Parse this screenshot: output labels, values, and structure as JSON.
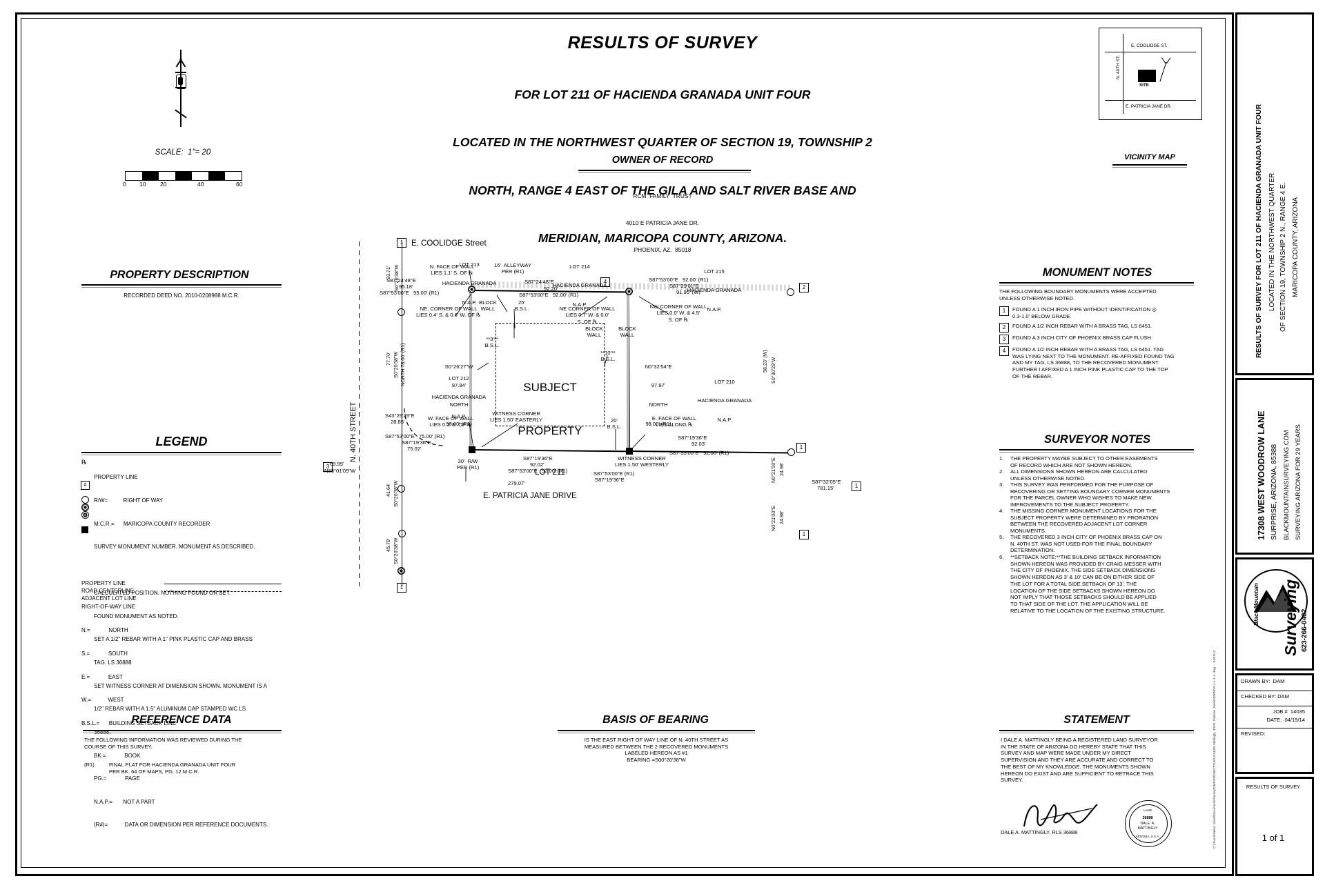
{
  "title": {
    "line1": "RESULTS OF SURVEY",
    "line2": "FOR LOT 211 OF HACIENDA GRANADA UNIT FOUR",
    "line3": "LOCATED IN THE NORTHWEST QUARTER OF SECTION 19, TOWNSHIP 2",
    "line4": "NORTH, RANGE 4 EAST OF THE GILA AND SALT RIVER BASE AND",
    "line5": "MERIDIAN, MARICOPA COUNTY, ARIZONA."
  },
  "owner": {
    "heading": "OWNER OF RECORD",
    "name": "RCM  FAMILY  TRUST",
    "address": "4010 E PATRICIA JANE DR.",
    "city": "PHOENIX, AZ.  85018"
  },
  "scale": {
    "label": "SCALE:  1\"= 20",
    "ticks": [
      "0",
      "10",
      "20",
      "40",
      "60"
    ]
  },
  "vicinity": {
    "heading": "VICINITY MAP",
    "street_top": "E. COOLIDGE ST.",
    "street_left": "N. 40TH ST.",
    "site": "SITE",
    "street_bottom": "E. PATRICIA JANE DR."
  },
  "property_description": {
    "heading": "PROPERTY DESCRIPTION",
    "body": "RECORDED DEED NO. 2010-0208988 M.C.R."
  },
  "legend": {
    "heading": "LEGEND",
    "rows": [
      {
        "sym": "cl-glyph",
        "text": "PROPERTY LINE"
      },
      {
        "sym": "none",
        "text": "R/W=          RIGHT OF WAY"
      },
      {
        "sym": "none",
        "text": "M.C.R.=      MARICOPA COUNTY RECORDER"
      },
      {
        "sym": "box-hash",
        "text": "SURVEY MONUMENT NUMBER. MONUMENT AS DESCRIBED."
      },
      {
        "sym": "open-circle",
        "text": "CALCULATED POSITION. NOTHING FOUND OR SET."
      },
      {
        "sym": "found-circle",
        "text": "FOUND MONUMENT AS NOTED."
      },
      {
        "sym": "set-circle",
        "text": "SET A 1/2\" REBAR WITH A 1\" PINK PLASTIC CAP AND BRASS"
      },
      {
        "sym": "none",
        "text": "TAG. LS 36888"
      },
      {
        "sym": "wc-square",
        "text": "SET WITNESS CORNER AT DIMENSION SHOWN. MONUMENT IS A"
      },
      {
        "sym": "none",
        "text": "1/2\" REBAR WITH A 1.5\" ALUMINUM CAP STAMPED WC LS"
      },
      {
        "sym": "none",
        "text": "36888."
      },
      {
        "sym": "none",
        "text": "BK.=            BOOK"
      },
      {
        "sym": "none",
        "text": "PG.=            PAGE"
      },
      {
        "sym": "none",
        "text": "N.A.P.=       NOT A PART"
      },
      {
        "sym": "none",
        "text": "(R#)=           DATA OR DIMENSION PER REFERENCE DOCUMENTS."
      }
    ],
    "line_rows": [
      {
        "label": "PROPERTY LINE",
        "style": "solid"
      },
      {
        "label": "ROAD CENTERLINE",
        "style": "centerline"
      },
      {
        "label": "ADJACENT LOT LINE",
        "style": "dashed"
      },
      {
        "label": "RIGHT-OF-WAY LINE",
        "style": "rw"
      }
    ],
    "abbrev_rows": [
      "N.=            NORTH",
      "S.=            SOUTH",
      "E.=            EAST",
      "W.=           WEST",
      "B.S.L.=      BUILDING SETBACK LINE"
    ]
  },
  "monument_notes": {
    "heading": "MONUMENT NOTES",
    "intro": "THE FOLLOWING BOUNDARY MONUMENTS WERE ACCEPTED\nUNLESS OTHERWISE NOTED.",
    "items": [
      {
        "n": "1",
        "text": "FOUND A 1 INCH IRON PIPE WITHOUT IDENTIFICATION ◎\n0.3-1.0' BELOW GRADE."
      },
      {
        "n": "2",
        "text": "FOUND A 1/2 INCH REBAR WITH A BRASS TAG, LS 6451."
      },
      {
        "n": "3",
        "text": "FOUND A 3 INCH CITY OF PHOENIX BRASS CAP FLUSH."
      },
      {
        "n": "4",
        "text": "FOUND A 1/2 INCH REBAR WITH A BRASS TAG, LS 6451. TAG\nWAS LYING NEXT TO THE MONUMENT. RE-AFFIXED FOUND TAG\nAND MY TAG, LS 36888, TO THE RECOVERED MONUMENT.\nFURTHER I AFFIXED A 1 INCH PINK PLASTIC CAP TO THE TOP\nOF THE REBAR."
      }
    ]
  },
  "surveyor_notes": {
    "heading": "SURVEYOR NOTES",
    "items": [
      {
        "n": "1.",
        "text": "THE PROPERTY MAYBE SUBJECT TO OTHER EASEMENTS\nOF RECORD WHICH ARE NOT SHOWN HEREON."
      },
      {
        "n": "2.",
        "text": "ALL DIMENSIONS SHOWN HEREON ARE CALCULATED\nUNLESS OTHERWISE NOTED."
      },
      {
        "n": "3.",
        "text": "THIS SURVEY WAS PERFORMED FOR THE PURPOSE OF\nRECOVERING OR SETTING BOUNDARY CORNER MONUMENTS\nFOR THE PARCEL OWNER WHO WISHES TO MAKE NEW\nIMPROVEMENTS TO THE SUBJECT PROPERTY."
      },
      {
        "n": "4.",
        "text": "THE MISSING CORNER MONUMENT LOCATIONS FOR THE\nSUBJECT PROPERTY WERE DETERMINED BY PRORATION\nBETWEEN THE RECOVERED ADJACENT LOT CORNER\nMONUMENTS."
      },
      {
        "n": "5.",
        "text": "THE RECOVERED 3 INCH CITY OF PHOENIX BRASS CAP ON\nN. 40TH ST. WAS NOT USED FOR THE FINAL BOUNDARY\nDETERMINATION."
      },
      {
        "n": "6.",
        "text": "**SETBACK NOTE:**THE BUILDING SETBACK INFORMATION\nSHOWN HEREON WAS PROVIDED BY CRAIG MESSER WITH\nTHE CITY OF PHOENIX. THE SIDE SETBACK DIMENSIONS\nSHOWN HEREON AS 3' & 10' CAN BE ON EITHER SIDE OF\nTHE LOT FOR A TOTAL SIDE SETBACK OF 13'. THE\nLOCATION OF THE SIDE SETBACKS SHOWN HEREON DO\nNOT IMPLY THAT THOSE SETBACKS SHOULD BE APPLIED\nTO THAT SIDE OF THE LOT. THE APPLICATION WILL BE\nRELATIVE TO THE LOCATION OF THE EXISTING STRUCTURE."
      }
    ]
  },
  "reference_data": {
    "heading": "REFERENCE DATA",
    "intro": "THE FOLLOWING INFORMATION WAS REVIEWED DURING THE\nCOURSE OF THIS SURVEY.",
    "item_num": "(R1)",
    "item_text": "FINAL PLAT FOR HACIENDA GRANADA UNIT FOUR\nPER BK. 64 OF MAPS, PG. 12 M.C.R."
  },
  "basis_of_bearing": {
    "heading": "BASIS OF BEARING",
    "body": "IS THE EAST RIGHT OF WAY LINE OF N. 40TH STREET AS\nMEASURED BETWEEN THE 2 RECOVERED MONUMENTS\nLABELED HEREON AS #1\nBEARING =S00°20'38\"W"
  },
  "statement": {
    "heading": "STATEMENT",
    "body": "I DALE A. MATTINGLY BEING A REGISTERED LAND SURVEYOR\nIN THE STATE OF ARIZONA DO HEREBY STATE THAT THIS\nSURVEY AND MAP WERE MADE UNDER MY DIRECT\nSUPERVISION AND THEY ARE ACCURATE AND CORRECT TO\nTHE BEST OF MY KNOWLEDGE. THE MONUMENTS SHOWN\nHEREON DO EXIST AND ARE SUFFICIENT TO RETRACE THIS\nSURVEY.",
    "signature_name": "DALE A. MATTINGLY, RLS 36888",
    "seal_lines": [
      "36888",
      "DALE  A.",
      "MATTINGLY"
    ],
    "seal_top": "LAND",
    "seal_bottom": "ARIZONA, U.S.A."
  },
  "titleblock": {
    "vertical_title": "RESULTS OF SURVEY FOR LOT 211 OF HACIENDA GRANADA UNIT FOUR",
    "vertical_sub1": "LOCATED IN THE NORTHWEST QUARTER",
    "vertical_sub2": "OF SECTION 19, TOWNSHIP 2 N., RANGE 4 E.",
    "vertical_sub3": "MARICOPA COUNTY, ARIZONA",
    "address": "17308 WEST WOODROW LANE",
    "city": "SURPRISE, ARIZONA, 85388",
    "web": "BLACKMOUNTAINSURVEYING.COM",
    "tag": "SURVEYING ARIZONA FOR 29 YEARS",
    "logo_top": "Black Mountain",
    "logo_main": "Surveying",
    "phone": "623-266-0402",
    "drawn_by": "DRAWN BY:  DAM",
    "checked_by": "CHECKED BY: DAM",
    "job": "JOB #  14035",
    "date": "DATE:  04/19/14",
    "revised": "REVISED:",
    "sheet_title": "RESULTS OF SURVEY",
    "sheet_num": "1 of 1"
  },
  "filepath": "C:\\Users\\Dale\\A  tiosel\\Documents\\Survey\\DMS\\PROJECTS\\2014\\14035 Mattingly  40/02  Patricia  Jane\\DGN\\RDS-1-1-1-1-.dwg  -  04/22/14",
  "drawing": {
    "streets": {
      "coolidge": "E. COOLIDGE Street",
      "fortieth": "N. 40TH STREET",
      "patricia": "E. PATRICIA JANE DRIVE"
    },
    "lots": [
      {
        "name": "LOT 213",
        "sub": "HACIENDA GRANADA",
        "nap": "N.A.P."
      },
      {
        "name": "LOT 214",
        "sub": "HACIENDA GRANADA",
        "nap": "N.A.P."
      },
      {
        "name": "LOT 215",
        "sub": "HACIENDA GRANADA",
        "nap": "N.A.P."
      },
      {
        "name": "LOT 212",
        "sub": "HACIENDA GRANADA",
        "nap": "N.A.P."
      },
      {
        "name": "LOT 210",
        "sub": "HACIENDA GRANADA",
        "nap": "N.A.P."
      }
    ],
    "subject": {
      "l1": "SUBJECT",
      "l2": "PROPERTY",
      "l3": "LOT 211"
    },
    "dimensions": {
      "north_west_bearing": "S87°24'48\"E",
      "north_west_dist": "95.18'",
      "north_west_ref": "S87°53'00\"E   95.00' (R1)",
      "north_east_bearing": "S87°24'48\"E",
      "north_east_dist": "92.20'",
      "north_east_ref": "S87°53'00\"E   92.00' (R1)",
      "far_ne_bearing": "S87°53'00\"E   92.00' (R1)",
      "far_ne_bearing2": "S87°29'01\"E",
      "far_ne_dist": "91.95' (W)",
      "west_bearing": "S0°26'27\"W",
      "west_dist": "97.84'",
      "west_ref_label": "NORTH",
      "west_ref": "98.00' (R1)",
      "east_bearing": "N0°32'54\"E",
      "east_dist": "97.97'",
      "east_ref_label": "NORTH",
      "east_ref": "98.00' (R1)",
      "south_west_ref": "S87°53'00\"E   75.00' (R1)",
      "south_west_bearing": "S87°19'36\"E",
      "south_west_dist": "75.02'",
      "south_mid_bearing": "S87°19'36\"E",
      "south_mid_dist": "92.02'",
      "south_mid_ref": "S87°53'00\"E   92.00' (R1)",
      "south_east_bearing": "S87°19'36\"E",
      "south_east_dist": "92.03'",
      "south_east_ref": "S87°53'00\"E   92.00' (R1)",
      "patricia_ref": "S87°53'00\"E (R1)",
      "patricia_bearing": "S87°19'36\"E",
      "patricia_dist": "279.07'",
      "w_left_1": "93.71'",
      "w_left_1b": "S0°20'38\"W",
      "w_left_2": "77.70'",
      "w_left_2b": "S0°20'38\"W",
      "w_left_2c": "NORTH 78.00' (R1)",
      "w_left_3": "41.64'",
      "w_left_3b": "S0°20'38\"W",
      "w_left_4": "45.79'",
      "w_left_4b": "S0°20'38\"W",
      "curve_bearing": "S43°29'29\"E",
      "curve_dist": "28.85'",
      "bottom_left_dist": "69.95'",
      "bottom_left_bearing": "N88°01'09\"W",
      "east_col_1": "98.23' (W)",
      "east_col_1b": "S0°30'29\"W",
      "east_col_2": "N0°21'00\"E",
      "east_col_2b": "24.98'",
      "east_col_3": "N0°21'00\"E",
      "east_col_3b": "24.98'",
      "east_col_4": "S87°32'05\"E",
      "east_col_4b": "781.15'"
    },
    "callouts": {
      "alleyway": "16'  ALLEYWAY\nPER (R1)",
      "n_face_wall": "N. FACE OF WALL\nLIES 1.1' S. OF ℞",
      "ne_corner_wall_w": "NE. CORNER OF WALL\nLIES 0.4' S. & 0.6' W. OF ℞",
      "ne_corner_wall_e": "NE CORNER OF WALL\nLIES 0.7' W. & 0.0'\nS. OF ℞",
      "nw_corner_wall": "NW CORNER OF WALL\nLIES 0.0' W. & 4.5'\nS. OF ℞",
      "block_wall": "BLOCK\nWALL",
      "block_wall2": "BLOCK\nWALL",
      "block_wall3": "BLOCK\nWALL",
      "bsl_25": "25'\nB.S.L.",
      "bsl_3": "**3'**\nB.S.L.",
      "bsl_10": "**10'**\nB.S.L.",
      "bsl_20": "20'\nB.S.L.",
      "w_face_wall": "W. FACE OF WALL\nLIES 0.1' E. OF ℞",
      "e_face_wall": "E. FACE OF WALL\nLIES ALONG ℞",
      "witness_east": "WITNESS CORNER\nLIES 1.50' EASTERLY",
      "witness_west": "WITNESS CORNER\nLIES 1.50' WESTERLY",
      "rw_30": "30'  R/W\nPER (R1)"
    },
    "monument_numbers": [
      "1",
      "2",
      "3",
      "4"
    ]
  }
}
